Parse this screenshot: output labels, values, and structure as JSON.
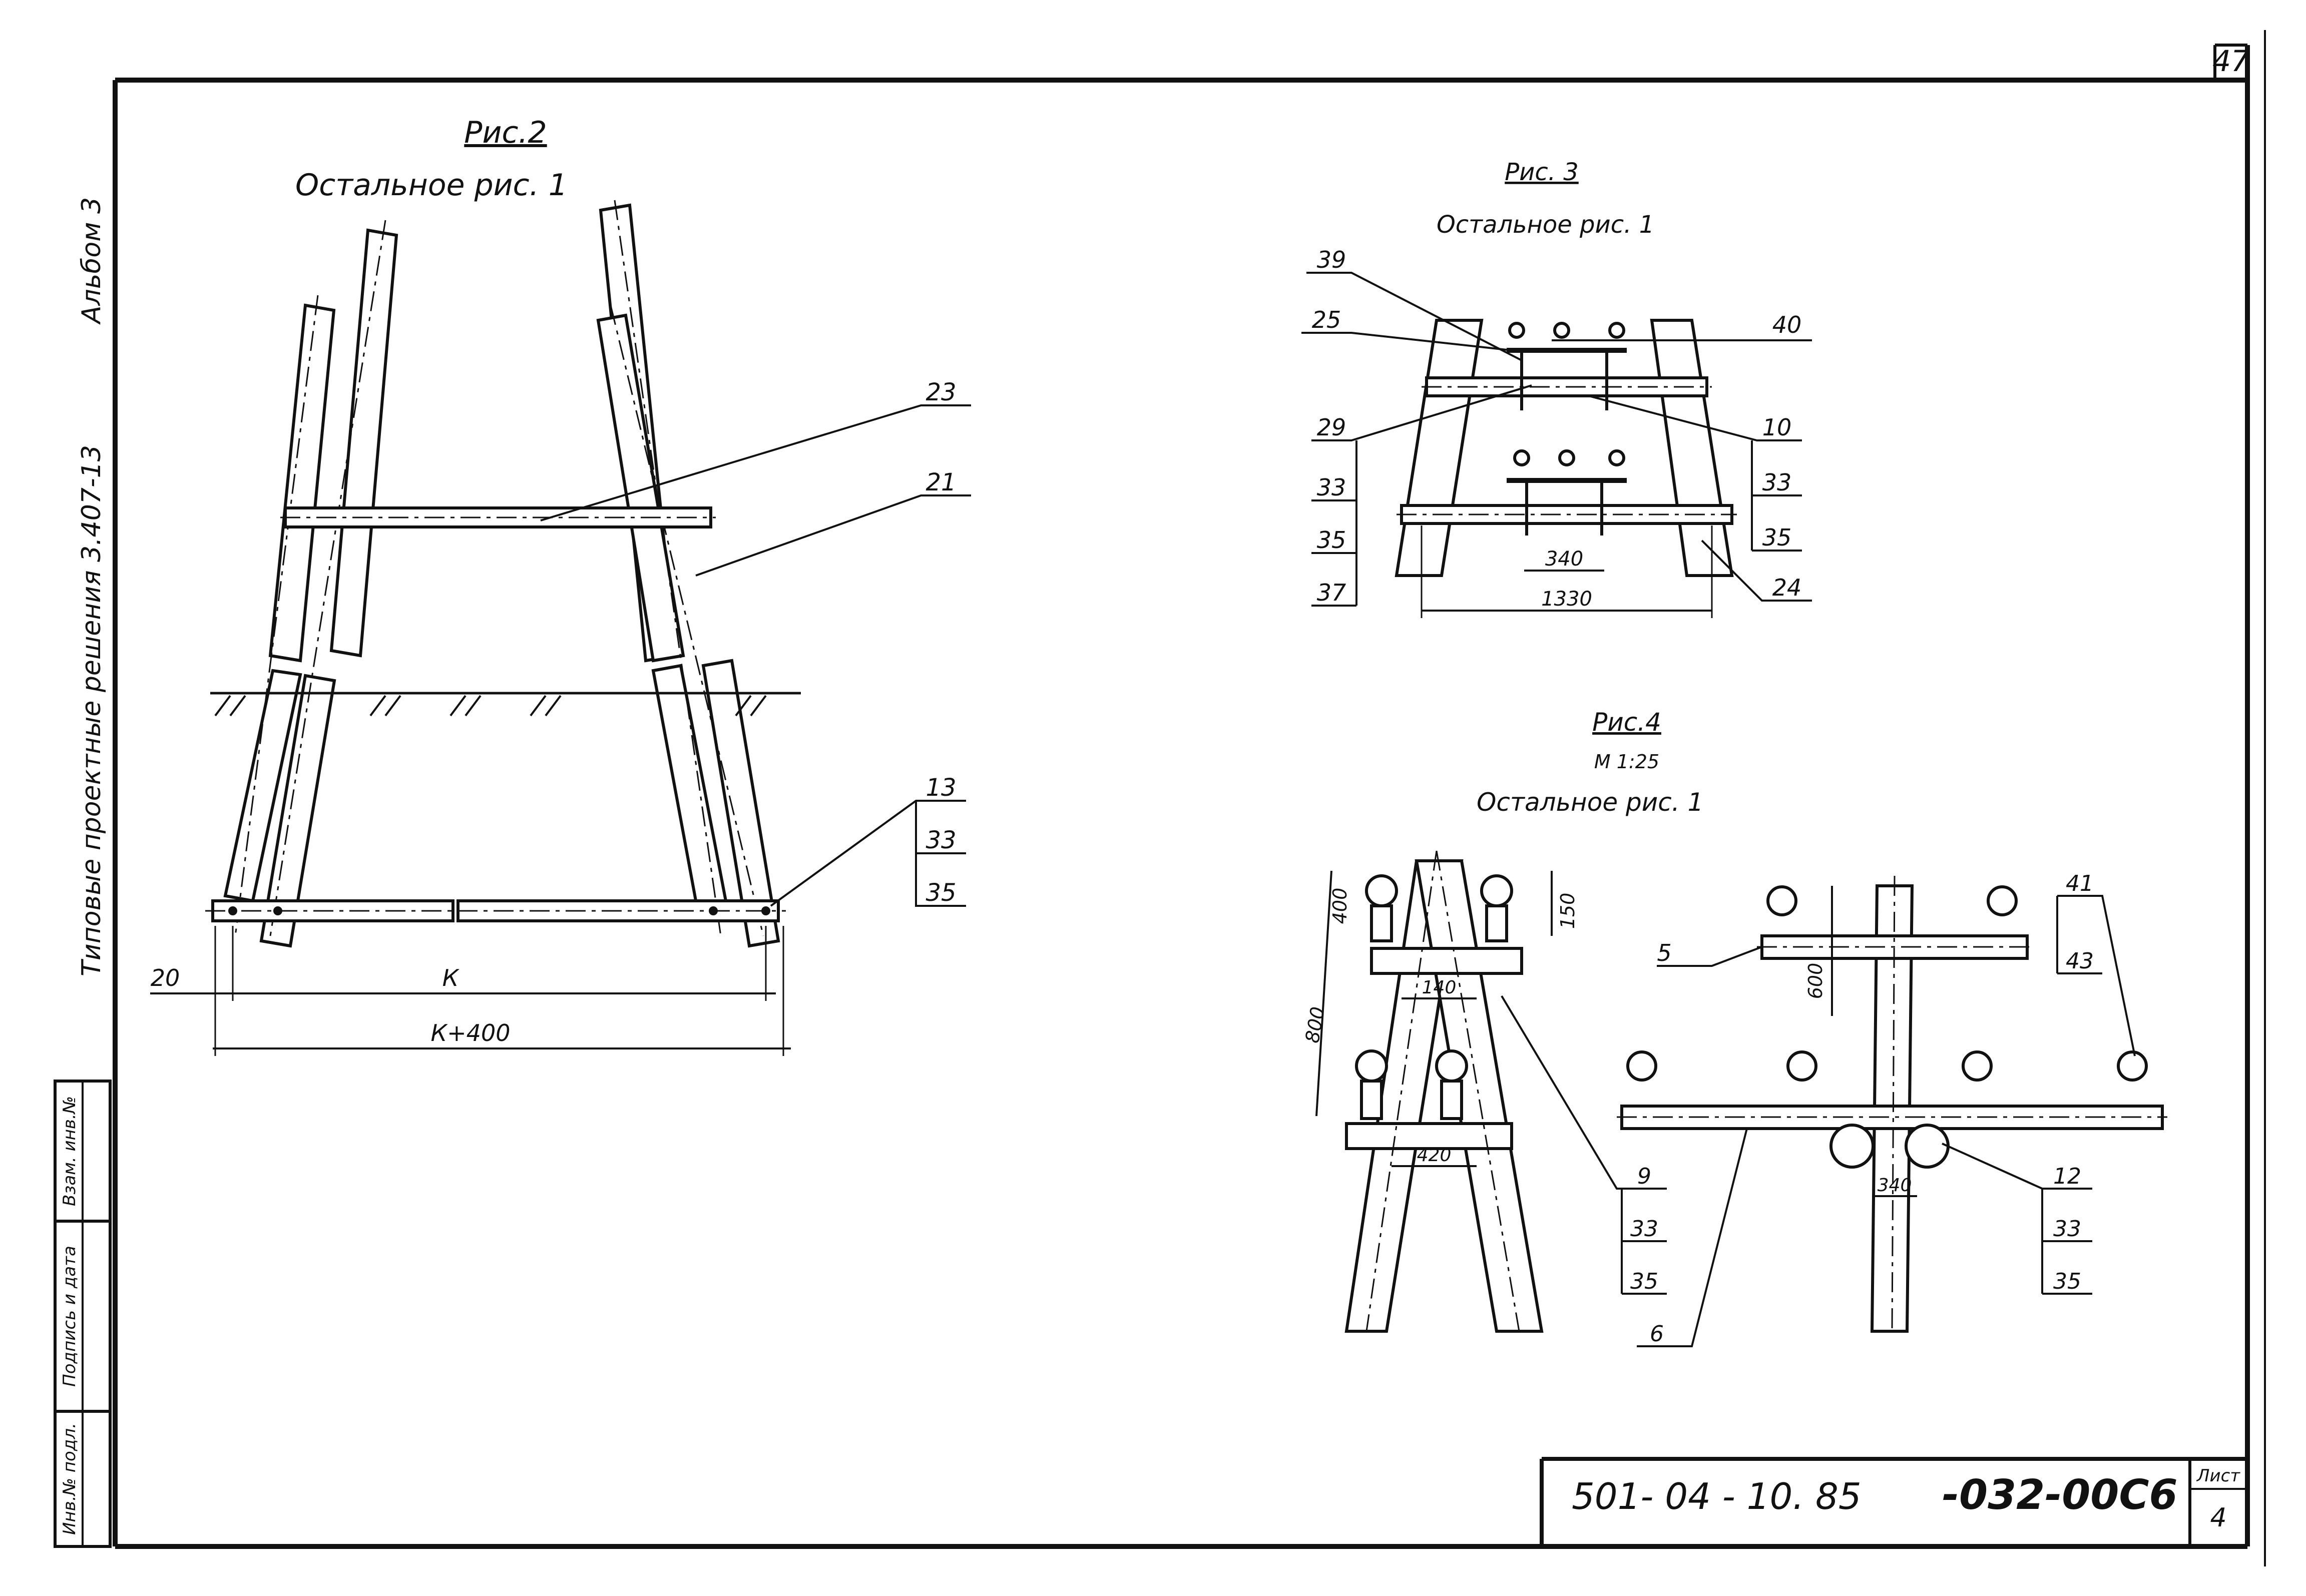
{
  "sheet": {
    "page_number": "47",
    "album_label": "Альбом 3",
    "series_label": "Типовые проектные решения 3.407-13",
    "sheet_label": "Лист",
    "sheet_number": "4"
  },
  "stamp": {
    "col1": "Инв.№ подл.",
    "col2": "Подпись и дата",
    "col3": "Взам. инв.№"
  },
  "title_block": {
    "code_prefix": "501- 04 - 10. 85",
    "code_suffix": "-032-00С6"
  },
  "fig2": {
    "title": "Рис.2",
    "note": "Остальное рис. 1",
    "callouts": {
      "c23": "23",
      "c21": "21",
      "c13": "13",
      "c33": "33",
      "c35": "35"
    },
    "dims": {
      "d20": "20",
      "k": "К",
      "k400": "К+400"
    }
  },
  "fig3": {
    "title": "Рис. 3",
    "note": "Остальное рис. 1",
    "callouts_left": [
      "39",
      "25",
      "29",
      "33",
      "35",
      "37"
    ],
    "callouts_right": [
      "40",
      "10",
      "33",
      "35",
      "24"
    ],
    "dims": {
      "d340": "340",
      "d1330": "1330"
    }
  },
  "fig4": {
    "title": "Рис.4",
    "scale": "М 1:25",
    "note": "Остальное рис. 1",
    "dims": {
      "d400": "400",
      "d150": "150",
      "d140": "140",
      "d800": "800",
      "d420": "420",
      "d600": "600",
      "d340": "340"
    },
    "callouts": {
      "c5": "5",
      "c6": "6",
      "c41": "41",
      "c43": "43",
      "c9": "9",
      "c33a": "33",
      "c35a": "35",
      "c12": "12",
      "c33b": "33",
      "c35b": "35"
    }
  }
}
